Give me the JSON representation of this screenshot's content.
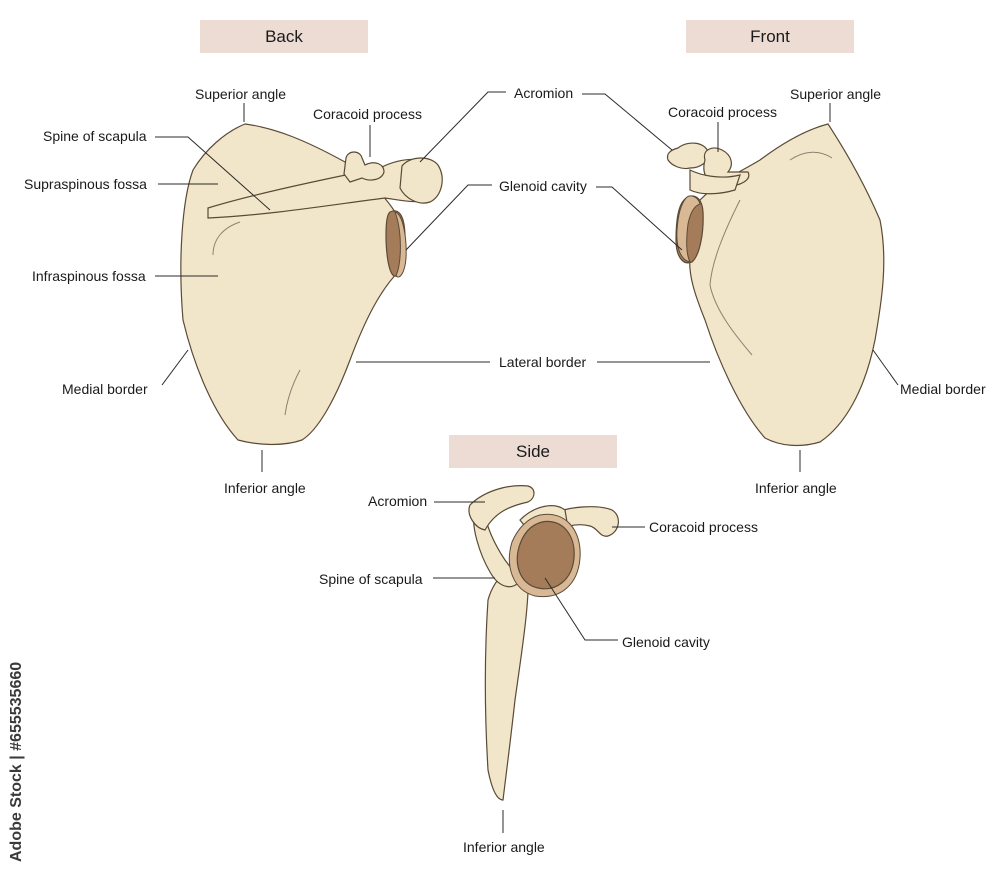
{
  "views": {
    "back": {
      "title": "Back",
      "labels": {
        "superior_angle": "Superior angle",
        "coracoid_process": "Coracoid process",
        "spine_of_scapula": "Spine of scapula",
        "supraspinous_fossa": "Supraspinous fossa",
        "infraspinous_fossa": "Infraspinous fossa",
        "medial_border": "Medial border",
        "inferior_angle": "Inferior angle"
      }
    },
    "front": {
      "title": "Front",
      "labels": {
        "coracoid_process": "Coracoid process",
        "superior_angle": "Superior angle",
        "medial_border": "Medial border",
        "inferior_angle": "Inferior angle"
      }
    },
    "shared": {
      "acromion": "Acromion",
      "glenoid_cavity": "Glenoid cavity",
      "lateral_border": "Lateral border"
    },
    "side": {
      "title": "Side",
      "labels": {
        "acromion": "Acromion",
        "coracoid_process": "Coracoid process",
        "spine_of_scapula": "Spine of scapula",
        "glenoid_cavity": "Glenoid cavity",
        "inferior_angle": "Inferior angle"
      }
    }
  },
  "watermark": "Adobe Stock | #655535660",
  "colors": {
    "bone_fill": "#f1e6c9",
    "bone_outline": "#5a4a36",
    "glenoid_fill": "#a57c5a",
    "header_background": "#ecdcd4"
  }
}
